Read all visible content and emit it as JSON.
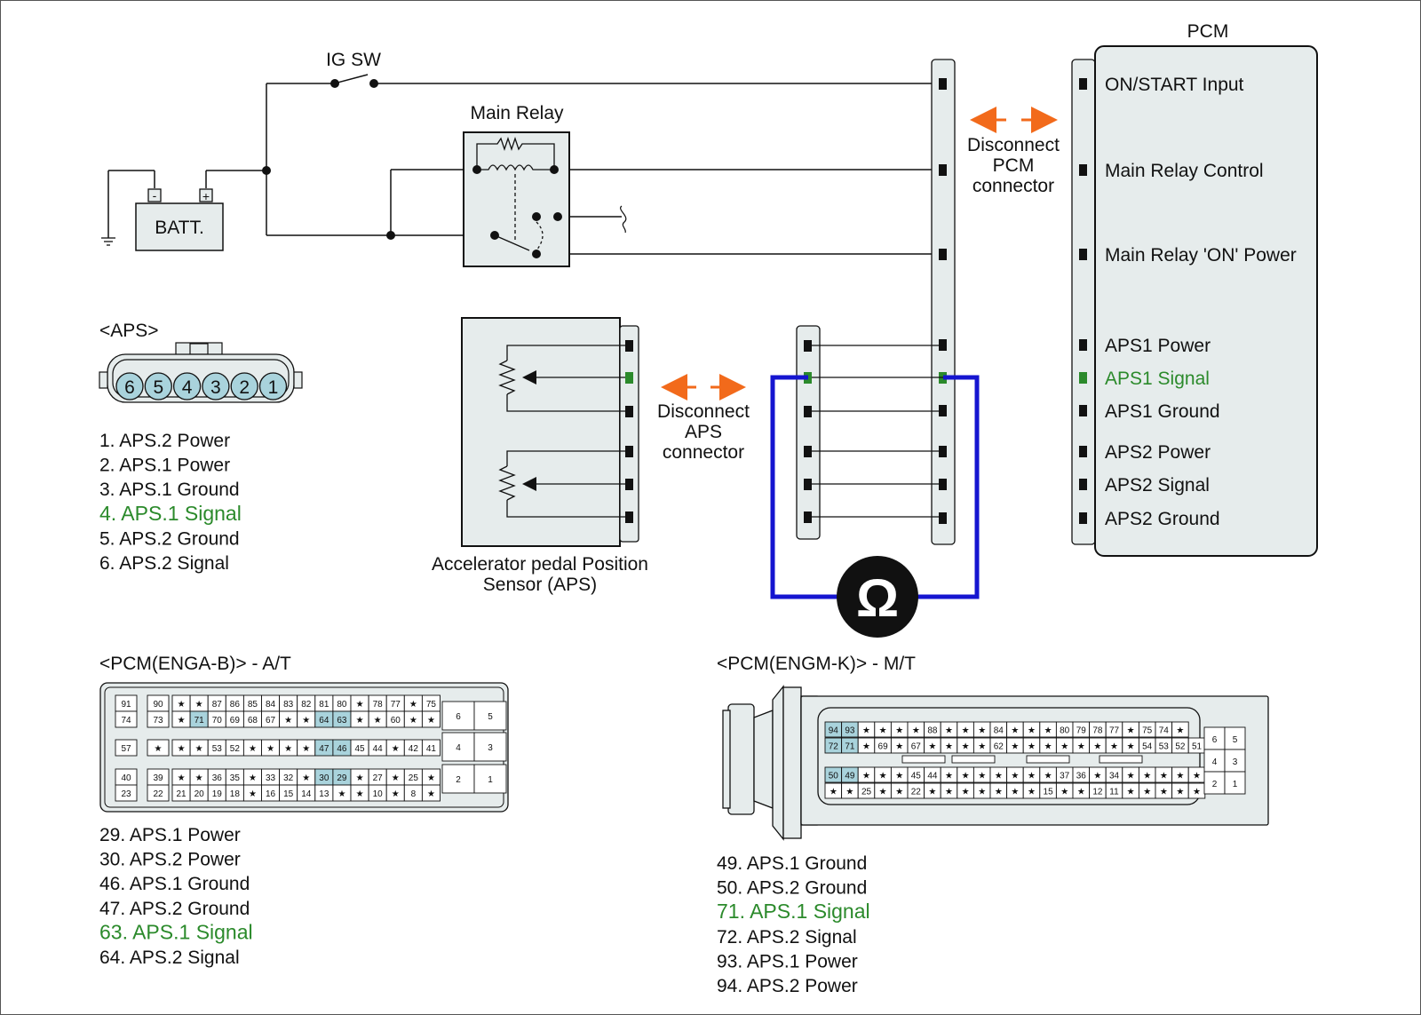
{
  "colors": {
    "accent_green": "#2b8a2b",
    "probe_blue": "#1515d0",
    "arrow_orange": "#f26a1b",
    "panel": "#e6ecec",
    "pin_hi": "#a9d3dc"
  },
  "top": {
    "ig_sw": "IG SW",
    "main_relay": "Main Relay",
    "batt": "BATT.",
    "batt_minus": "-",
    "batt_plus": "+",
    "pcm": "PCM"
  },
  "pcm_pins": [
    "ON/START Input",
    "Main Relay Control",
    "Main Relay 'ON' Power",
    "APS1 Power",
    "APS1 Signal",
    "APS1 Ground",
    "APS2 Power",
    "APS2 Signal",
    "APS2 Ground"
  ],
  "disconnect_pcm": [
    "Disconnect",
    "PCM",
    "connector"
  ],
  "disconnect_aps": [
    "Disconnect",
    "APS",
    "connector"
  ],
  "aps_sensor_label": [
    "Accelerator pedal Position",
    "Sensor (APS)"
  ],
  "ohm_symbol": "Ω",
  "aps_connector": {
    "title": "<APS>",
    "pins": [
      "6",
      "5",
      "4",
      "3",
      "2",
      "1"
    ],
    "legend": [
      "1. APS.2 Power",
      "2. APS.1 Power",
      "3. APS.1 Ground",
      "4. APS.1 Signal",
      "5. APS.2 Ground",
      "6. APS.2 Signal"
    ]
  },
  "enga": {
    "title": "<PCM(ENGA-B)> - A/T",
    "rows": [
      [
        "91",
        "90",
        "★",
        "★",
        "87",
        "86",
        "85",
        "84",
        "83",
        "82",
        "81",
        "80",
        "★",
        "78",
        "77",
        "★",
        "75"
      ],
      [
        "74",
        "73",
        "★",
        "71",
        "70",
        "69",
        "68",
        "67",
        "★",
        "★",
        "64",
        "63",
        "★",
        "★",
        "60",
        "★",
        "★"
      ],
      [
        "57",
        "★",
        "★",
        "★",
        "53",
        "52",
        "★",
        "★",
        "★",
        "★",
        "47",
        "46",
        "45",
        "44",
        "★",
        "42",
        "41"
      ],
      [
        "40",
        "39",
        "★",
        "★",
        "36",
        "35",
        "★",
        "33",
        "32",
        "★",
        "30",
        "29",
        "★",
        "27",
        "★",
        "25",
        "★"
      ],
      [
        "23",
        "22",
        "21",
        "20",
        "19",
        "18",
        "★",
        "16",
        "15",
        "14",
        "13",
        "★",
        "★",
        "10",
        "★",
        "8",
        "★"
      ]
    ],
    "right_pins": [
      "6",
      "5",
      "4",
      "3",
      "2",
      "1"
    ],
    "legend": [
      "29. APS.1 Power",
      "30. APS.2 Power",
      "46. APS.1 Ground",
      "47. APS.2 Ground",
      "63. APS.1 Signal",
      "64. APS.2 Signal"
    ]
  },
  "engm": {
    "title": "<PCM(ENGM-K)> - M/T",
    "rows": [
      [
        "94",
        "93",
        "★",
        "★",
        "★",
        "★",
        "88",
        "★",
        "★",
        "★",
        "84",
        "★",
        "★",
        "★",
        "80",
        "79",
        "78",
        "77",
        "★",
        "75",
        "74",
        "★"
      ],
      [
        "72",
        "71",
        "★",
        "69",
        "★",
        "67",
        "★",
        "★",
        "★",
        "★",
        "62",
        "★",
        "★",
        "★",
        "★",
        "★",
        "★",
        "★",
        "★",
        "54",
        "53",
        "52",
        "51"
      ],
      [
        "50",
        "49",
        "★",
        "★",
        "★",
        "45",
        "44",
        "★",
        "★",
        "★",
        "★",
        "★",
        "★",
        "★",
        "37",
        "36",
        "★",
        "34",
        "★",
        "★",
        "★",
        "★",
        "★",
        "★"
      ],
      [
        "★",
        "★",
        "25",
        "★",
        "★",
        "22",
        "★",
        "★",
        "★",
        "★",
        "★",
        "★",
        "★",
        "15",
        "★",
        "★",
        "12",
        "11",
        "★",
        "★",
        "★",
        "★",
        "★"
      ]
    ],
    "right_pins": [
      "6",
      "5",
      "4",
      "3",
      "2",
      "1"
    ],
    "legend": [
      "49. APS.1 Ground",
      "50. APS.2 Ground",
      "71. APS.1 Signal",
      "72. APS.2 Signal",
      "93. APS.1 Power",
      "94. APS.2 Power"
    ]
  }
}
